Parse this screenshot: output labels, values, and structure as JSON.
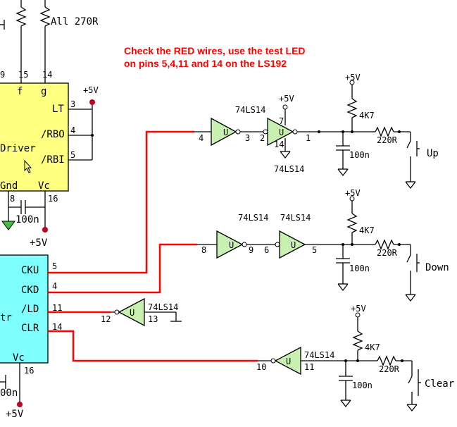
{
  "note": {
    "line1": "Check the RED wires, use the test LED",
    "line2": "on pins 5,4,11 and 14 on the LS192"
  },
  "resistor_note": "All 270R",
  "driver": {
    "label": "Driver",
    "pin_9": "9",
    "pin_15": "15",
    "pin_14": "14",
    "pin_f": "f",
    "pin_g": "g",
    "pin_lt_label": "LT",
    "pin_lt": "3",
    "pin_rbo_label": "/RBO",
    "pin_rbo": "4",
    "pin_rbi_label": "/RBI",
    "pin_rbi": "5",
    "gnd_label": "Gnd",
    "vcc_label": "Vc",
    "gnd_pin": "8",
    "vcc_pin": "16",
    "supply": "+5V",
    "cap": "100n",
    "cap_supply": "+5V"
  },
  "counter": {
    "label": "tr",
    "pin_cku_label": "CKU",
    "pin_cku": "5",
    "pin_ckd_label": "CKD",
    "pin_ckd": "4",
    "pin_ld_label": "/LD",
    "pin_ld": "11",
    "pin_clr_label": "CLR",
    "pin_clr": "14",
    "vcc_label": "Vc",
    "vcc_pin": "16",
    "cap": "00n",
    "supply": "+5V"
  },
  "up": {
    "gate_label": "74LS14",
    "gate2_label": "74LS14",
    "gate_symbol": "U",
    "pin_4": "4",
    "pin_3": "3",
    "pin_2": "2",
    "pin_1": "1",
    "pin_7": "7",
    "pin_14": "14",
    "gate_supply": "+5V",
    "supply": "+5V",
    "r_pullup": "4K7",
    "r_series": "220R",
    "cap": "100n",
    "switch_label": "Up"
  },
  "down": {
    "gate_label_a": "74LS14",
    "gate_label_b": "74LS14",
    "gate_symbol": "U",
    "pin_8": "8",
    "pin_9": "9",
    "pin_6": "6",
    "pin_5": "5",
    "supply": "+5V",
    "r_pullup": "4K7",
    "r_series": "220R",
    "cap": "100n",
    "switch_label": "Down"
  },
  "load": {
    "gate_label": "74LS14",
    "gate_symbol": "U",
    "pin_12": "12",
    "pin_13": "13"
  },
  "clear": {
    "gate_label": "74LS14",
    "gate_symbol": "U",
    "pin_10": "10",
    "pin_11": "11",
    "supply": "+5V",
    "r_pullup": "4K7",
    "r_series": "220R",
    "cap": "100n",
    "switch_label": "Clear"
  },
  "colors": {
    "wire": "#000000",
    "check_wire": "#ff0000",
    "chip_driver": "#ffff80",
    "chip_counter": "#80ffff",
    "gate_fill": "#c8f0b0",
    "ground_led": "#40c040",
    "supply_dot": "#c00020"
  }
}
